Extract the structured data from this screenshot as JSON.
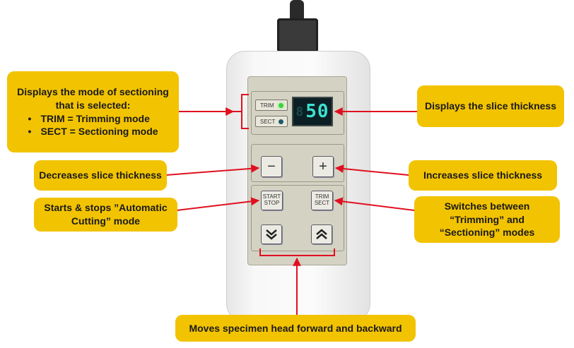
{
  "callouts": {
    "mode": {
      "title": "Displays the mode of sectioning that is selected:",
      "items": [
        "TRIM = Trimming mode",
        "SECT = Sectioning mode"
      ]
    },
    "thickness_display": "Displays the slice thickness",
    "decrease": "Decreases slice thickness",
    "increase": "Increases slice thickness",
    "start_stop": "Starts & stops ”Automatic Cutting” mode",
    "switch_mode": "Switches between “Trimming” and “Sectioning” modes",
    "move_head": "Moves specimen head forward and backward"
  },
  "device": {
    "trim_label": "TRIM",
    "sect_label": "SECT",
    "display_dim_digit": "8",
    "display_value": "50",
    "minus_symbol": "−",
    "plus_symbol": "+",
    "start_label": "START",
    "stop_label": "STOP",
    "trim_key_label": "TRIM",
    "sect_key_label": "SECT",
    "down_symbol": "⬇",
    "up_symbol": "⬆"
  },
  "colors": {
    "callout_fill": "#f2c300",
    "arrow": "#e01020",
    "led_trim": "#3bd23b",
    "led_sect": "#1d5b6a",
    "display_digits": "#3fe0d0"
  },
  "icons": [
    "cable-icon",
    "connector-icon",
    "double-chevron-down-icon",
    "double-chevron-up-icon"
  ]
}
